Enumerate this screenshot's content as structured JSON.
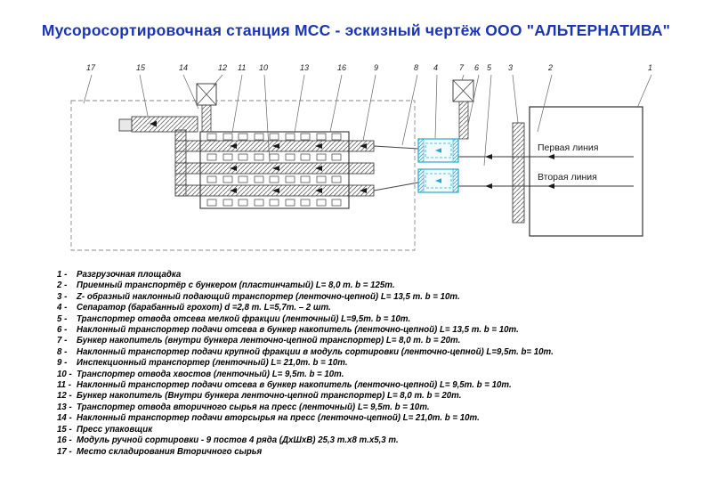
{
  "title": "Мусоросортировочная станция МСС - эскизный чертёж ООО \"АЛЬТЕРНАТИВА\"",
  "drawing": {
    "first_line_label": "Первая линия",
    "second_line_label": "Вторая линия",
    "callouts": [
      "17",
      "15",
      "14",
      "12",
      "11",
      "10",
      "13",
      "16",
      "9",
      "8",
      "4",
      "7",
      "6",
      "5",
      "3",
      "2",
      "1"
    ]
  },
  "legend": [
    {
      "num": "1 -",
      "text": "Разгрузочная площадка"
    },
    {
      "num": "2 -",
      "text": "Приемный транспортёр с бункером (пластинчатый)  L= 8,0 m. b = 125m."
    },
    {
      "num": "3 -",
      "text": "Z- образный наклонный подающий транспортер (ленточно-цепной)  L= 13,5 m. b = 10m."
    },
    {
      "num": "4 -",
      "text": "Сепаратор (барабанный грохот)  d =2,8 m. L=5,7m. – 2 шт."
    },
    {
      "num": "5 -",
      "text": "Транспортер отвода отсева мелкой фракции (ленточный)  L=9,5m. b = 10m."
    },
    {
      "num": "6 -",
      "text": "Наклонный транспортер подачи отсева в бункер накопитель (ленточно-цепной) L= 13,5 m. b = 10m."
    },
    {
      "num": "7 -",
      "text": "Бункер накопитель (внутри бункера ленточно-цепной транспортер) L= 8,0 m. b = 20m."
    },
    {
      "num": "8 -",
      "text": "Наклонный транспортер подачи крупной фракции в модуль сортировки (ленточно-цепной) L=9,5m. b= 10m."
    },
    {
      "num": "9 -",
      "text": "Инспекционный транспортер (ленточный)  L= 21,0m. b = 10m."
    },
    {
      "num": "10 -",
      "text": "Транспортер отвода хвостов (ленточный)  L= 9,5m. b = 10m."
    },
    {
      "num": "11 -",
      "text": "Наклонный транспортер подачи отсева в бункер накопитель (ленточно-цепной) L= 9,5m. b = 10m."
    },
    {
      "num": "12 -",
      "text": "Бункер накопитель (Внутри бункера ленточно-цепной транспортер) L= 8,0 m. b = 20m."
    },
    {
      "num": "13 -",
      "text": "Транспортер отвода вторичного сырья на пресс (ленточный)  L= 9,5m. b = 10m."
    },
    {
      "num": "14 -",
      "text": "Наклонный транспортер подачи вторсырья на пресс (ленточно-цепной) L= 21,0m. b = 10m."
    },
    {
      "num": "15 -",
      "text": "Пресс упаковщик"
    },
    {
      "num": "16 -",
      "text": "Модуль  ручной сортировки - 9 постов 4 ряда (ДхШхВ)  25,3 m.х8 m.х5,3 m."
    },
    {
      "num": "17 -",
      "text": "Место складирования Вторичного сырья"
    }
  ]
}
